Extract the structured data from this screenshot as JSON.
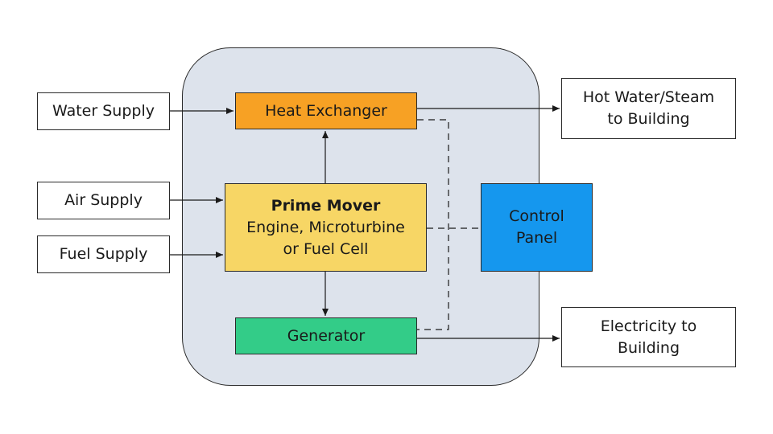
{
  "diagram": {
    "inputs": {
      "water_supply": "Water Supply",
      "air_supply": "Air Supply",
      "fuel_supply": "Fuel Supply"
    },
    "components": {
      "heat_exchanger": "Heat Exchanger",
      "prime_mover": {
        "title": "Prime Mover",
        "line1": "Engine, Microturbine",
        "line2": "or Fuel Cell"
      },
      "generator": "Generator",
      "control_panel": {
        "line1": "Control",
        "line2": "Panel"
      }
    },
    "outputs": {
      "hot_water": {
        "line1": "Hot Water/Steam",
        "line2": "to Building"
      },
      "electricity": {
        "line1": "Electricity to",
        "line2": "Building"
      }
    },
    "colors": {
      "enclosure_fill": "#dde3ec",
      "heat_exchanger": "#f7a124",
      "prime_mover": "#f7d665",
      "generator": "#33cc88",
      "control_panel": "#1597ee",
      "line": "#1a1a1a"
    }
  }
}
